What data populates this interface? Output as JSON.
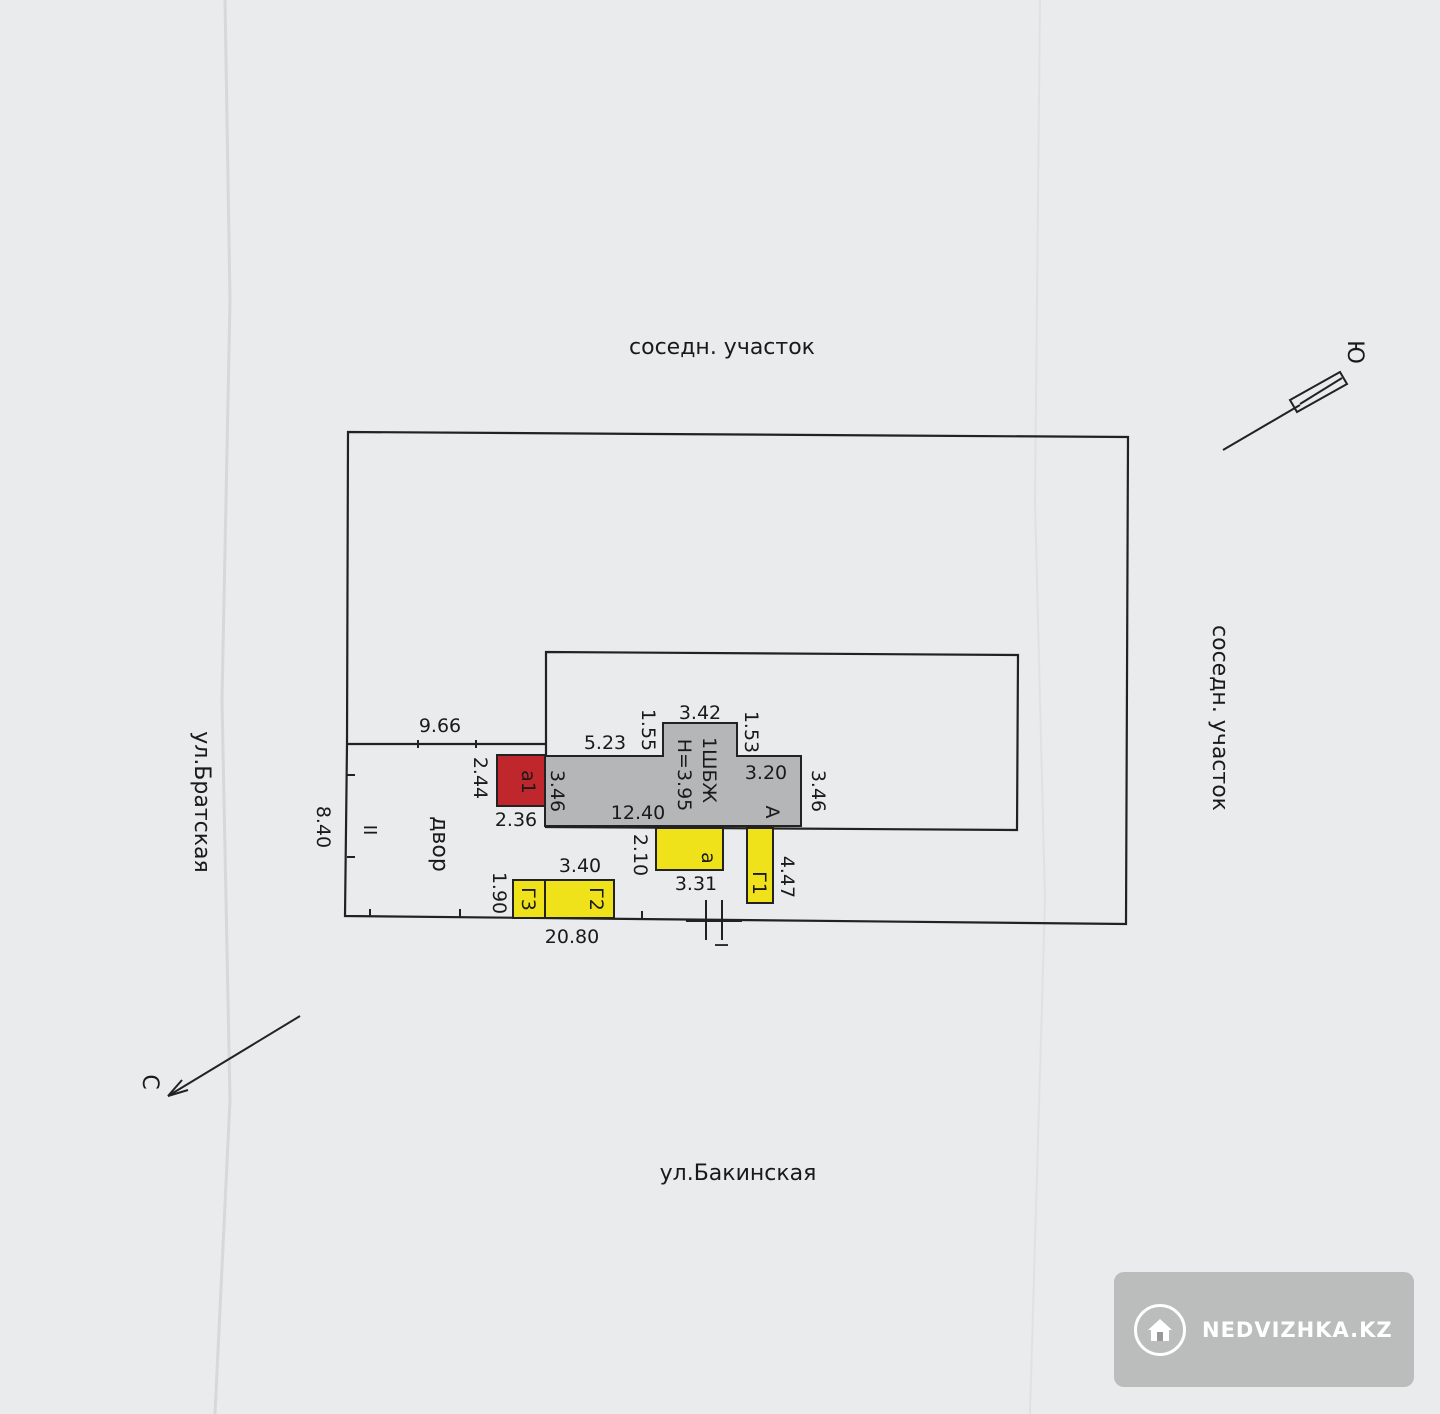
{
  "labels": {
    "top_neighbor": "соседн. участок",
    "right_neighbor": "соседн. участок",
    "left_street": "ул.Братская",
    "bottom_street": "ул.Бакинская",
    "yard": "двор",
    "yard_mark": "II",
    "north": "С",
    "south": "Ю",
    "section_mark": "I"
  },
  "building": {
    "code": "1ШБЖ",
    "height": "H=3.95",
    "letter": "А"
  },
  "structures": {
    "a1": "а1",
    "a": "а",
    "g1": "Г1",
    "g2": "Г2",
    "g3": "Г3"
  },
  "dimensions": {
    "d_9_66": "9.66",
    "d_5_23": "5.23",
    "d_1_55": "1.55",
    "d_3_42": "3.42",
    "d_1_53": "1.53",
    "d_3_20": "3.20",
    "d_3_46_right": "3.46",
    "d_3_46_left": "3.46",
    "d_2_44": "2.44",
    "d_2_36": "2.36",
    "d_12_40": "12.40",
    "d_2_10": "2.10",
    "d_3_31": "3.31",
    "d_4_47": "4.47",
    "d_3_40": "3.40",
    "d_1_90": "1.90",
    "d_8_40": "8.40",
    "d_20_80": "20.80"
  },
  "watermark": {
    "text": "NEDVIZHKA.KZ",
    "icon": "house-icon"
  },
  "colors": {
    "red": "#c0272d",
    "yellow": "#f0e21a",
    "building": "#b4b6b8"
  }
}
